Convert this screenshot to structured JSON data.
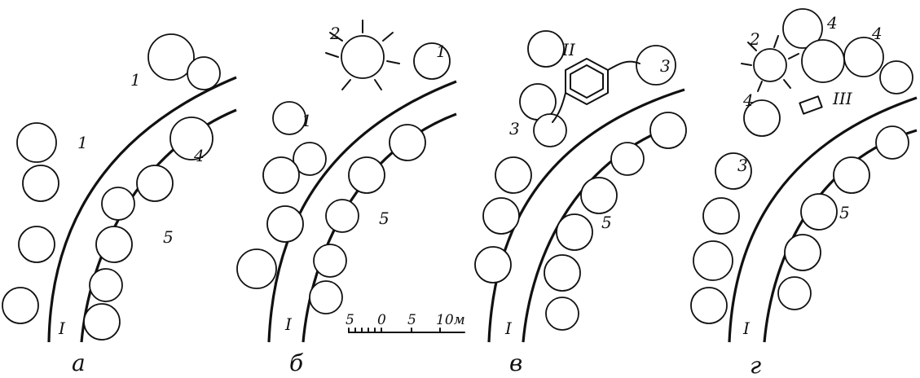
{
  "panels": [
    {
      "letter": "а",
      "labels": [
        "1",
        "1",
        "4",
        "5",
        "I"
      ]
    },
    {
      "letter": "б",
      "labels": [
        "2",
        "1",
        "1",
        "5",
        "I"
      ]
    },
    {
      "letter": "в",
      "labels": [
        "II",
        "3",
        "3",
        "5",
        "I"
      ]
    },
    {
      "letter": "г",
      "labels": [
        "2",
        "4",
        "4",
        "4",
        "III",
        "3",
        "5",
        "I"
      ]
    }
  ],
  "scale_bar": {
    "ticks": [
      "5",
      "0",
      "5",
      "10м"
    ]
  }
}
